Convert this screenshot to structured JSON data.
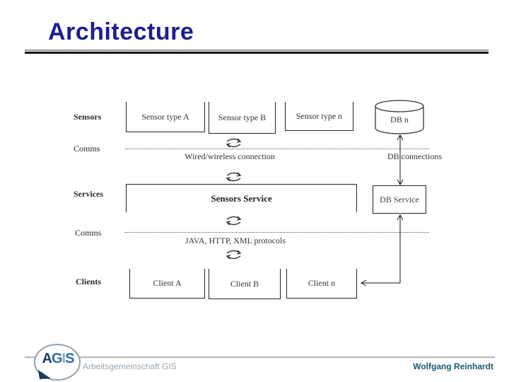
{
  "title": "Architecture",
  "colors": {
    "title": "#1e1e90",
    "author": "#175878",
    "org_text": "#9aa5b0",
    "logo_a": "#1b3a66",
    "logo_g": "#2f6da8",
    "logo_i": "#7fb2d8",
    "logo_s": "#2f6da8"
  },
  "diagram": {
    "rows": [
      {
        "label": "Sensors"
      },
      {
        "label": "Comms"
      },
      {
        "label": "Services"
      },
      {
        "label": "Comms"
      },
      {
        "label": "Clients"
      }
    ],
    "sensor_boxes": [
      "Sensor type A",
      "Sensor type B",
      "Sensor type n"
    ],
    "db_label": "DB n",
    "comms1_label": "Wired/wireless connection",
    "db_connections_label": "DB connections",
    "services_box_label": "Sensors Service",
    "db_service_box_label": "DB Service",
    "comms2_label": "JAVA, HTTP, XML protocols",
    "client_boxes": [
      "Client A",
      "Client B",
      "Client n"
    ]
  },
  "footer": {
    "logo_letters": [
      "A",
      "G",
      "I",
      "S"
    ],
    "org": "Arbeitsgemeinschaft GIS",
    "author": "Wolfgang Reinhardt"
  }
}
